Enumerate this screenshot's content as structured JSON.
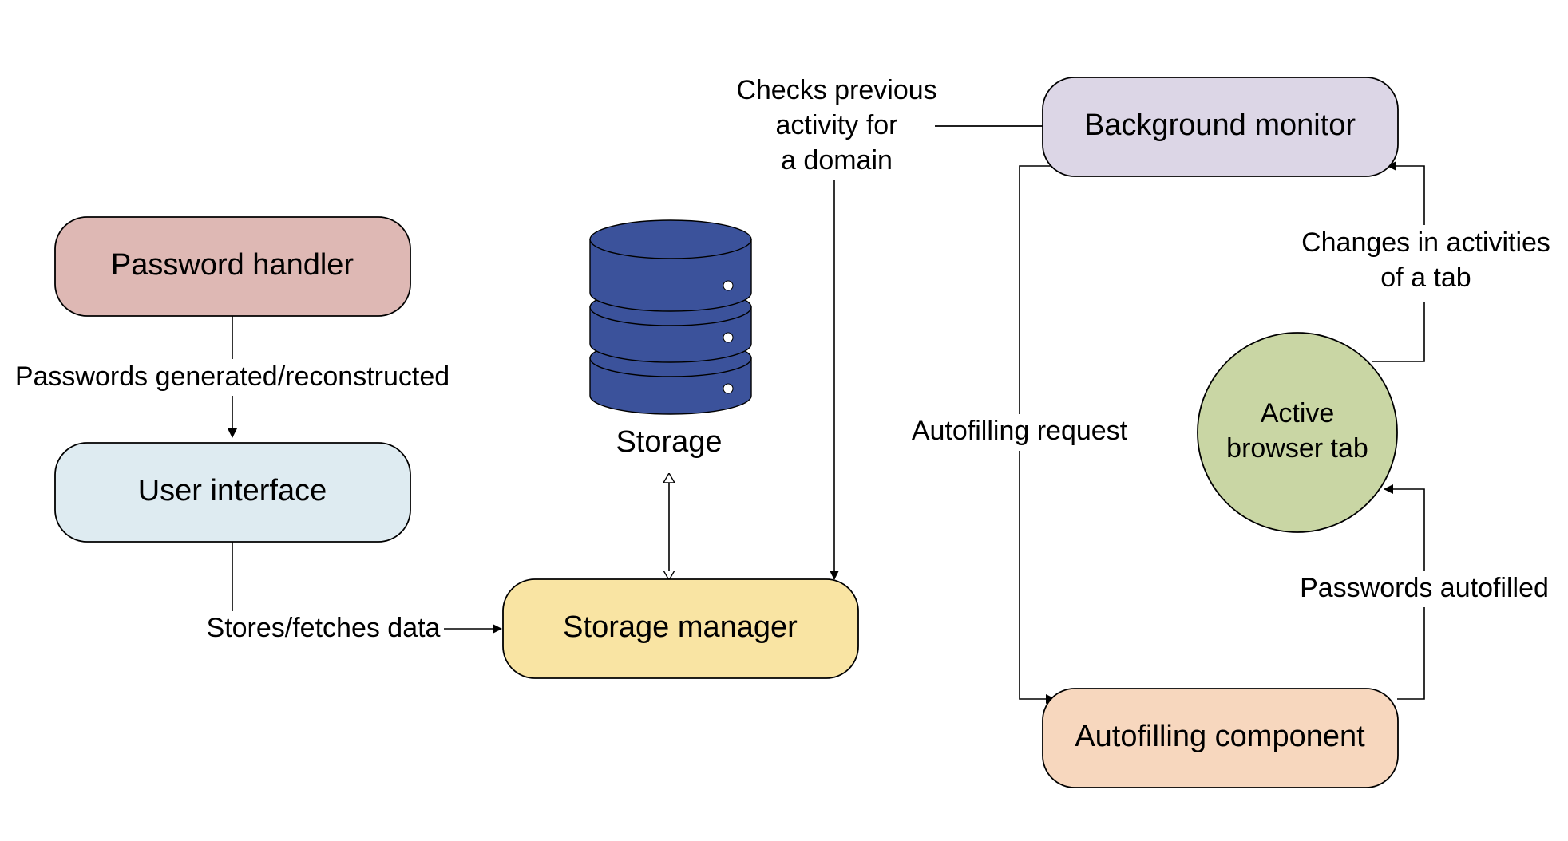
{
  "nodes": {
    "password_handler": {
      "label": "Password handler",
      "color": "#deb8b4"
    },
    "user_interface": {
      "label": "User interface",
      "color": "#deebf1"
    },
    "storage_manager": {
      "label": "Storage manager",
      "color": "#f9e4a3"
    },
    "storage": {
      "label": "Storage",
      "color": "#3b529b",
      "icon": "database-icon"
    },
    "background_monitor": {
      "label": "Background monitor",
      "color": "#dcd6e6"
    },
    "autofilling_component": {
      "label": "Autofilling component",
      "color": "#f7d7be"
    },
    "active_browser_tab": {
      "lines": [
        "Active",
        "browser tab"
      ],
      "color": "#c9d6a4"
    }
  },
  "edges": {
    "handler_to_ui": {
      "label": "Passwords generated/reconstructed"
    },
    "ui_to_storage_manager": {
      "label": "Stores/fetches data"
    },
    "monitor_to_storage_manager": {
      "lines": [
        "Checks previous",
        "activity for",
        "a domain"
      ]
    },
    "monitor_to_autofill": {
      "label": "Autofilling request"
    },
    "tab_to_monitor": {
      "lines": [
        "Changes in activities",
        "of a tab"
      ]
    },
    "autofill_to_tab": {
      "label": "Passwords autofilled"
    }
  }
}
